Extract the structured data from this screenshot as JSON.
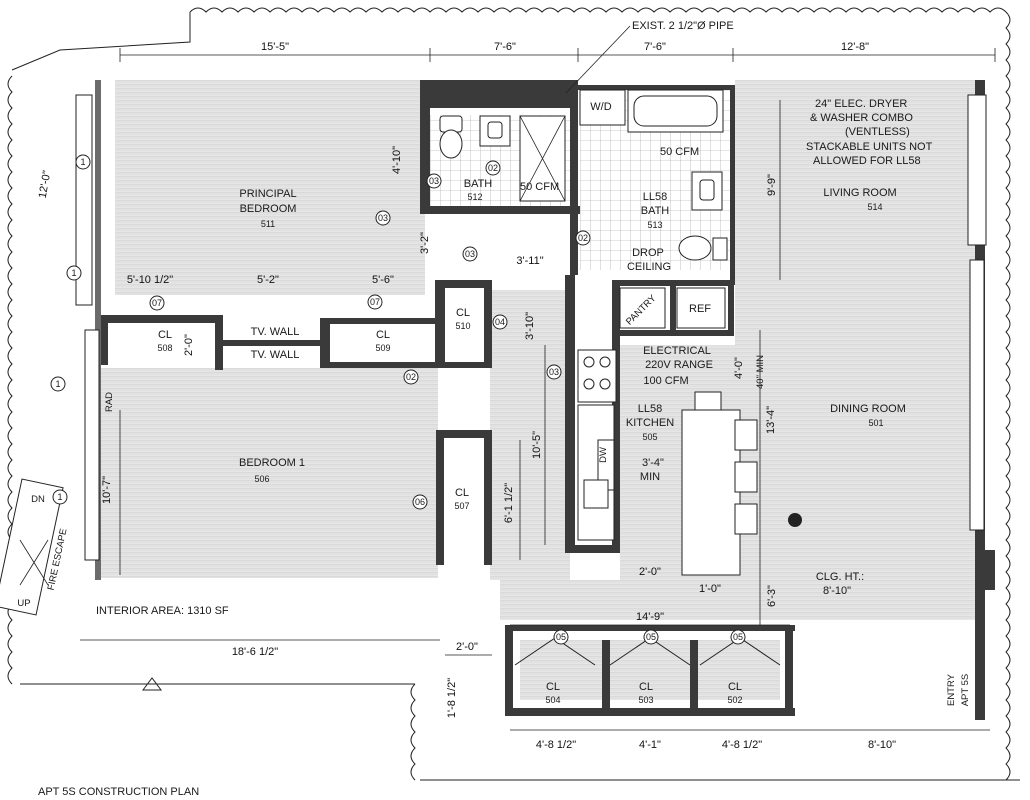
{
  "drawing_title": "APT 5S CONSTRUCTION PLAN",
  "interior_area": "INTERIOR AREA: 1310 SF",
  "notes": {
    "pipe": "EXIST. 2 1/2\"Ø PIPE",
    "dryer_line1": "24\" ELEC. DRYER",
    "dryer_line2": "& WASHER COMBO",
    "dryer_line3": "(VENTLESS)",
    "dryer_line4": "STACKABLE UNITS NOT",
    "dryer_line5": "ALLOWED FOR LL58",
    "cfm_bath2": "50 CFM",
    "cfm_bath1": "50 CFM",
    "drop_ceiling1": "DROP",
    "drop_ceiling2": "CEILING",
    "electrical1": "ELECTRICAL",
    "electrical2": "220V RANGE",
    "cfm_kitchen": "100 CFM",
    "clg_ht1": "CLG. HT.:",
    "clg_ht2": "8'-10\"",
    "min_40": "40\" MIN",
    "min_clear1": "3'-4\"",
    "min_clear2": "MIN",
    "rad": "RAD"
  },
  "rooms": {
    "principal_bedroom": {
      "name1": "PRINCIPAL",
      "name2": "BEDROOM",
      "tag": "511"
    },
    "bedroom1": {
      "name": "BEDROOM 1",
      "tag": "506"
    },
    "bath": {
      "name": "BATH",
      "tag": "512"
    },
    "ll58_bath": {
      "name1": "LL58",
      "name2": "BATH",
      "tag": "513"
    },
    "living": {
      "name": "LIVING ROOM",
      "tag": "514"
    },
    "dining": {
      "name": "DINING ROOM",
      "tag": "501"
    },
    "kitchen": {
      "name1": "LL58",
      "name2": "KITCHEN",
      "tag": "505"
    },
    "cl_508": {
      "name": "CL",
      "tag": "508"
    },
    "cl_509": {
      "name": "CL",
      "tag": "509"
    },
    "cl_510": {
      "name": "CL",
      "tag": "510"
    },
    "cl_507": {
      "name": "CL",
      "tag": "507"
    },
    "cl_504": {
      "name": "CL",
      "tag": "504"
    },
    "cl_503": {
      "name": "CL",
      "tag": "503"
    },
    "cl_502": {
      "name": "CL",
      "tag": "502"
    },
    "pantry": "PANTRY",
    "ref": "REF",
    "wd": "W/D",
    "dw": "DW",
    "tv_wall_1": "TV. WALL",
    "tv_wall_2": "TV. WALL",
    "entry": "ENTRY",
    "apt": "APT 5S",
    "fire_escape": "FIRE ESCAPE",
    "dn": "DN",
    "up": "UP"
  },
  "dimensions": {
    "top1": "15'-5\"",
    "top2": "7'-6\"",
    "top3": "7'-6\"",
    "top4": "12'-8\"",
    "left_12": "12'-0\"",
    "left_10_7": "10'-7\"",
    "d_5_10": "5'-10 1/2\"",
    "d_5_2": "5'-2\"",
    "d_5_6": "5'-6\"",
    "d_2_0_cl": "2'-0\"",
    "d_4_10": "4'-10\"",
    "d_3_2": "3'-2\"",
    "d_3_11": "3'-11\"",
    "d_3_10": "3'-10\"",
    "d_10_5": "10'-5\"",
    "d_6_1_2": "6'-1 1/2\"",
    "d_9_9": "9'-9\"",
    "d_13_4": "13'-4\"",
    "d_4_0": "4'-0\"",
    "d_6_3": "6'-3\"",
    "d_2_0_k": "2'-0\"",
    "d_1_0": "1'-0\"",
    "d_14_9": "14'-9\"",
    "d_18_6": "18'-6 1/2\"",
    "d_2_0_bot": "2'-0\"",
    "d_1_8": "1'-8 1/2\"",
    "bot1": "4'-8 1/2\"",
    "bot2": "4'-1\"",
    "bot3": "4'-8 1/2\"",
    "bot4": "8'-10\""
  },
  "callouts": [
    "1",
    "1",
    "1",
    "1",
    "03",
    "02",
    "03",
    "02",
    "07",
    "07",
    "04",
    "03",
    "02",
    "06",
    "05",
    "05",
    "05",
    "03"
  ]
}
